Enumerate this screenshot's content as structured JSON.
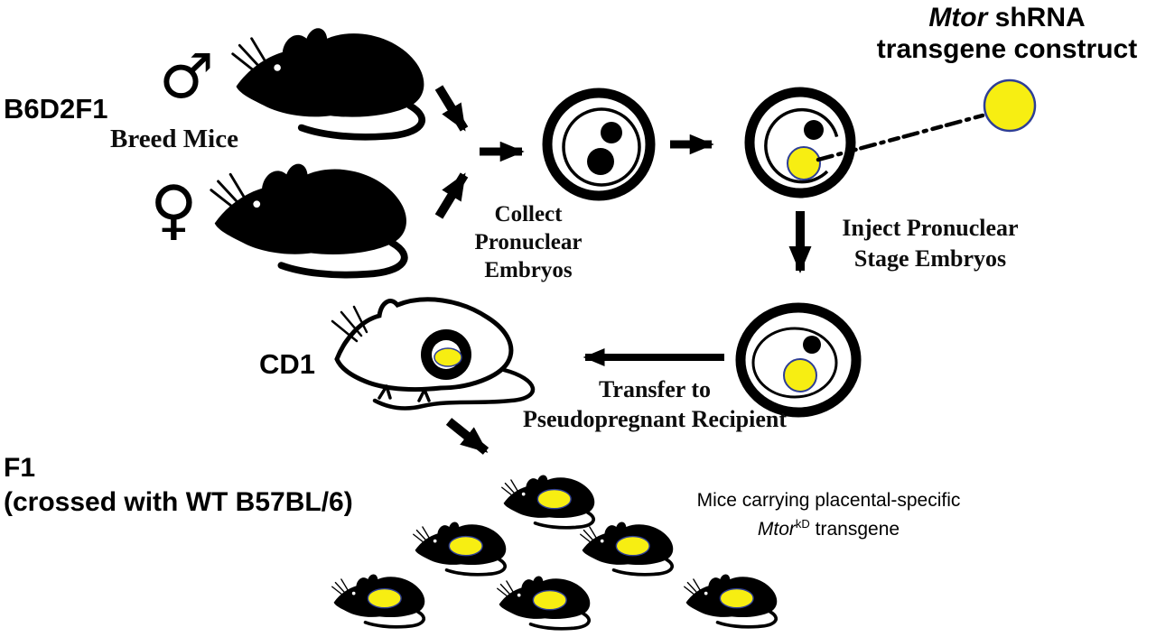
{
  "title": {
    "gene": "Mtor",
    "rest": " shRNA",
    "line2": "transgene construct"
  },
  "breeding": {
    "strain": "B6D2F1",
    "label": "Breed Mice",
    "male": "♂",
    "female": "♀"
  },
  "steps": {
    "collect": {
      "line1": "Collect",
      "line2": "Pronuclear",
      "line3": "Embryos"
    },
    "inject": {
      "line1": "Inject Pronuclear",
      "line2": "Stage Embryos"
    },
    "transfer": {
      "line1": "Transfer to",
      "line2": "Pseudopregnant Recipient"
    }
  },
  "recipient": {
    "strain": "CD1"
  },
  "offspring": {
    "line1": "F1",
    "line2": "(crossed with WT B57BL/6)"
  },
  "caption": {
    "line1": "Mice carrying placental-specific",
    "gene": "Mtor",
    "sup": "kD",
    "rest": " transgene"
  },
  "colors": {
    "yellow": "#f7ee12",
    "navy": "#2e3e96",
    "black": "#000000"
  }
}
